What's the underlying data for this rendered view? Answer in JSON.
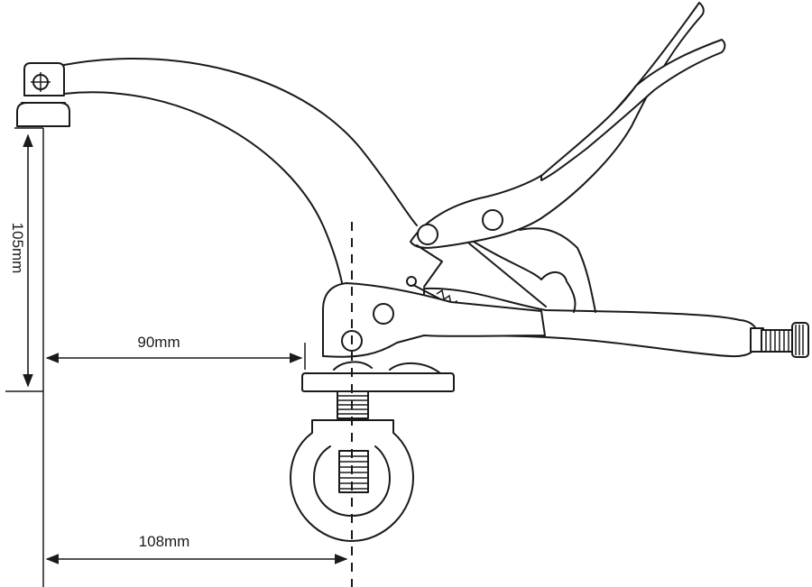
{
  "dimensions": {
    "height": "105mm",
    "inner_width": "90mm",
    "outer_width": "108mm"
  }
}
